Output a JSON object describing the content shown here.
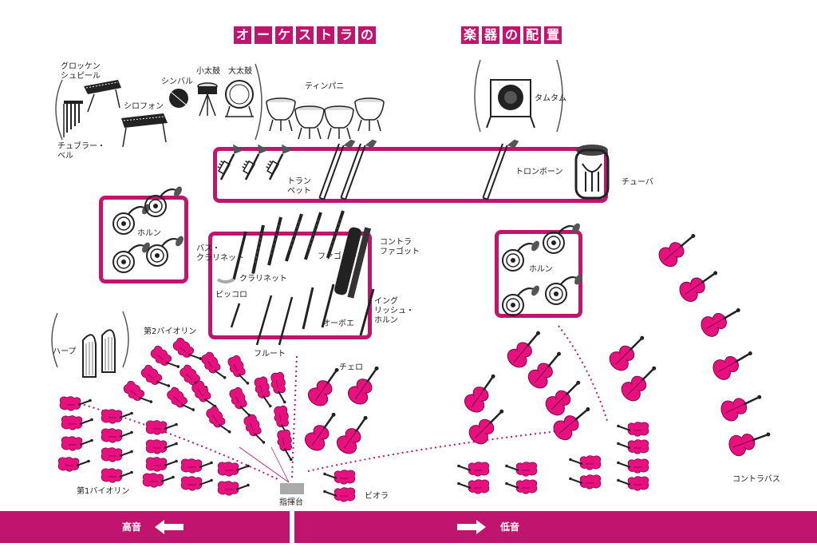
{
  "title": {
    "left_chars": [
      "オ",
      "ー",
      "ケ",
      "ス",
      "ト",
      "ラ",
      "の"
    ],
    "right_chars": [
      "楽",
      "器",
      "の",
      "配",
      "置"
    ]
  },
  "colors": {
    "accent": "#c0146e",
    "string_fill": "#e8107f",
    "instrument_ink": "#222222"
  },
  "percussion": {
    "glockenspiel": "グロッケン\nシュピール",
    "cymbal": "シンバル",
    "snare": "小太鼓",
    "bass_drum": "大太鼓",
    "timpani": "ティンパニ",
    "xylophone": "シロフォン",
    "tubular_bells": "チュブラー・\nベル",
    "tam_tam": "タムタム"
  },
  "brass": {
    "trumpet": "トラン\nペット",
    "trombone": "トロンボーン",
    "tuba": "チューバ",
    "horn_left": "ホルン",
    "horn_right": "ホルン"
  },
  "woodwinds": {
    "bass_clarinet": "バス・\nクラリネット",
    "clarinet": "クラリネット",
    "bassoon": "ファゴット",
    "contrabassoon": "コントラ\nファゴット",
    "piccolo": "ピッコロ",
    "oboe": "オーボエ",
    "english_horn": "イング\nリッシュ・\nホルン",
    "flute": "フルート"
  },
  "strings": {
    "harp": "ハープ",
    "violin2": "第2バイオリン",
    "violin1": "第1バイオリン",
    "cello": "チェロ",
    "viola": "ビオラ",
    "contrabass": "コントラバス"
  },
  "conductor": "指揮台",
  "footer": {
    "left": "高音",
    "right": "低音"
  }
}
